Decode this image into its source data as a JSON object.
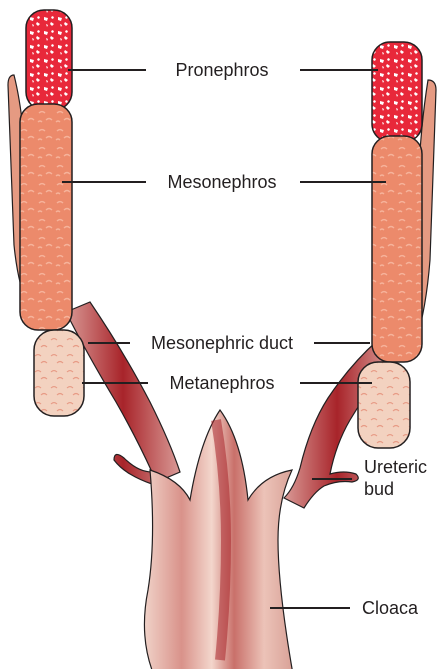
{
  "diagram": {
    "labels": {
      "pronephros": "Pronephros",
      "mesonephros": "Mesonephros",
      "mesonephric_duct": "Mesonephric duct",
      "metanephros": "Metanephros",
      "ureteric_bud_line1": "Ureteric",
      "ureteric_bud_line2": "bud",
      "cloaca": "Cloaca"
    },
    "colors": {
      "pronephros_fill": "#e8283a",
      "pronephros_speckle": "#ffffff",
      "mesonephros_fill": "#ec8a6b",
      "metanephros_fill": "#f3d2c0",
      "duct_fill": "#c86a6a",
      "duct_core": "#a8242a",
      "cloaca_fill": "#e3b2a6",
      "outline": "#231f20"
    }
  }
}
